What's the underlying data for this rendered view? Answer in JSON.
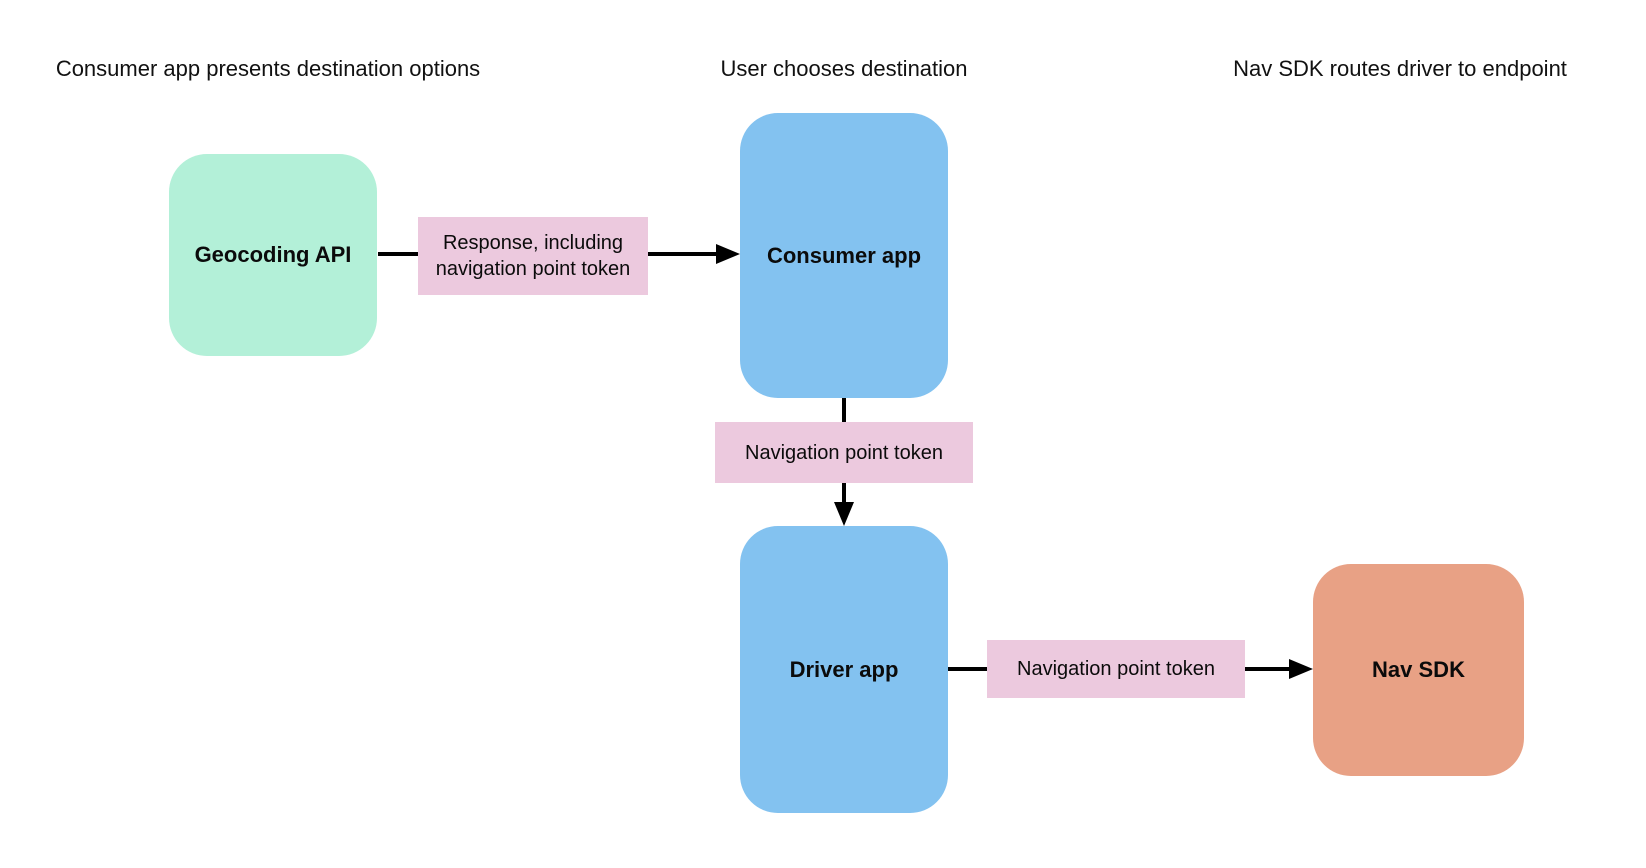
{
  "diagram": {
    "stage_headers": [
      {
        "label": "Consumer app presents destination options"
      },
      {
        "label": "User chooses destination"
      },
      {
        "label": "Nav SDK routes driver to endpoint"
      }
    ],
    "nodes": [
      {
        "id": "geocoding-api",
        "label": "Geocoding API",
        "color": "#b3f0d8"
      },
      {
        "id": "consumer-app",
        "label": "Consumer app",
        "color": "#83c2f0"
      },
      {
        "id": "driver-app",
        "label": "Driver app",
        "color": "#83c2f0"
      },
      {
        "id": "nav-sdk",
        "label": "Nav SDK",
        "color": "#e8a185"
      }
    ],
    "edges": [
      {
        "from": "geocoding-api",
        "to": "consumer-app",
        "label": "Response, including navigation point token",
        "label_color": "#ecc9de",
        "arrow_color": "#000000"
      },
      {
        "from": "consumer-app",
        "to": "driver-app",
        "label": "Navigation point token",
        "label_color": "#ecc9de",
        "arrow_color": "#000000"
      },
      {
        "from": "driver-app",
        "to": "nav-sdk",
        "label": "Navigation point token",
        "label_color": "#ecc9de",
        "arrow_color": "#000000"
      }
    ]
  }
}
